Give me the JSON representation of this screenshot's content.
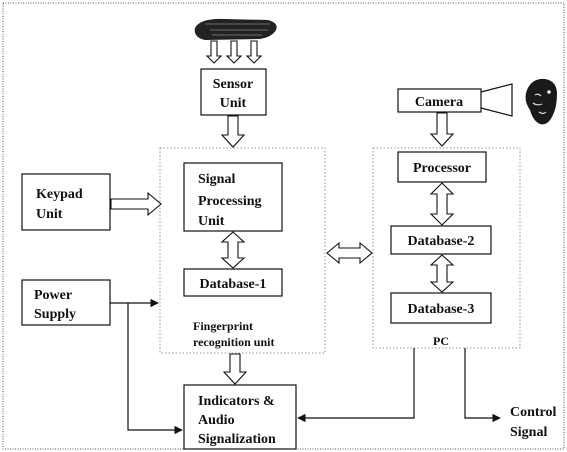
{
  "diagram": {
    "sensor_unit": [
      "Sensor",
      "Unit"
    ],
    "camera": "Camera",
    "keypad_unit": [
      "Keypad",
      "Unit"
    ],
    "signal_processing_unit": [
      "Signal",
      "Processing",
      "Unit"
    ],
    "processor": "Processor",
    "database_1": "Database-1",
    "database_2": "Database-2",
    "database_3": "Database-3",
    "power_supply": [
      "Power",
      "Supply"
    ],
    "fingerprint_group_label": [
      "Fingerprint",
      "recognition unit"
    ],
    "pc_group_label": "PC",
    "indicators": [
      "Indicators &",
      "Audio",
      "Signalization"
    ],
    "control_signal": [
      "Control",
      "Signal"
    ]
  },
  "icons": {
    "fingerprint_finger": "finger-icon",
    "face": "face-icon"
  }
}
